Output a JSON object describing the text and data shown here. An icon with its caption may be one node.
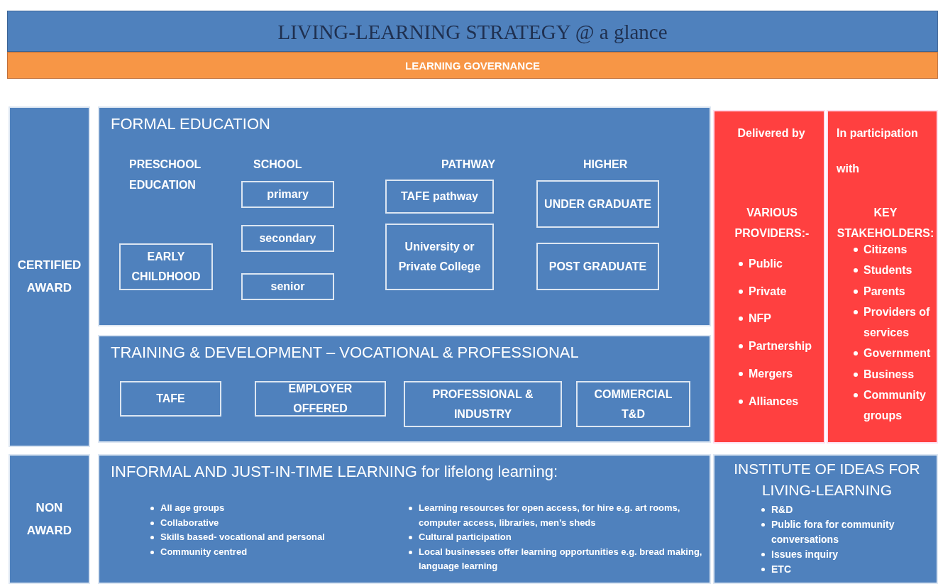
{
  "diagram": {
    "title": "LIVING-LEARNING STRATEGY @ a glance",
    "nodes": [
      {
        "text": [
          "LEARNING GOVERNANCE"
        ]
      },
      {
        "text": [
          "CERTIFIED AWARD"
        ]
      },
      {
        "text": [
          "FORMAL EDUCATION",
          "PRESCHOOL EDUCATION",
          "SCHOOL",
          "PATHWAY",
          "HIGHER"
        ]
      },
      {
        "text": [
          "EARLY CHILDHOOD"
        ],
        "in": 2
      },
      {
        "text": [
          "primary"
        ],
        "in": 2
      },
      {
        "text": [
          "secondary"
        ],
        "in": 2
      },
      {
        "text": [
          "senior"
        ],
        "in": 2
      },
      {
        "text": [
          "TAFE pathway"
        ],
        "in": 2
      },
      {
        "text": [
          "University or Private College"
        ],
        "in": 2
      },
      {
        "text": [
          "UNDER GRADUATE"
        ],
        "in": 2
      },
      {
        "text": [
          "POST GRADUATE"
        ],
        "in": 2
      },
      {
        "text": [
          "TRAINING & DEVELOPMENT – VOCATIONAL & PROFESSIONAL"
        ]
      },
      {
        "text": [
          "TAFE"
        ],
        "in": 11
      },
      {
        "text": [
          "EMPLOYER OFFERED"
        ],
        "in": 11
      },
      {
        "text": [
          "PROFESSIONAL & INDUSTRY"
        ],
        "in": 11
      },
      {
        "text": [
          "COMMERCIAL T&D"
        ],
        "in": 11
      },
      {
        "text": [
          "Delivered by",
          "VARIOUS PROVIDERS:-",
          "Public",
          "Private",
          "NFP",
          "Partnership",
          "Mergers",
          "Alliances"
        ]
      },
      {
        "text": [
          "In participation with",
          "KEY STAKEHOLDERS:",
          "Citizens",
          "Students",
          "Parents",
          "Providers of services",
          "Government",
          "Business",
          "Community groups"
        ]
      },
      {
        "text": [
          "NON AWARD"
        ]
      },
      {
        "text": [
          "INFORMAL AND JUST-IN-TIME LEARNING for lifelong learning:",
          "All age groups",
          "Collaborative",
          "Skills based- vocational and personal",
          "Community centred",
          "Learning resources for open access, for hire e.g. art rooms, computer access, libraries, men’s sheds",
          "Cultural participation",
          "Local businesses offer learning opportunities e.g. bread making, language learning"
        ]
      },
      {
        "text": [
          "INSTITUTE OF IDEAS FOR LIVING-LEARNING",
          "R&D",
          "Public fora for community conversations",
          "Issues inquiry",
          "ETC"
        ]
      }
    ],
    "edges": []
  }
}
